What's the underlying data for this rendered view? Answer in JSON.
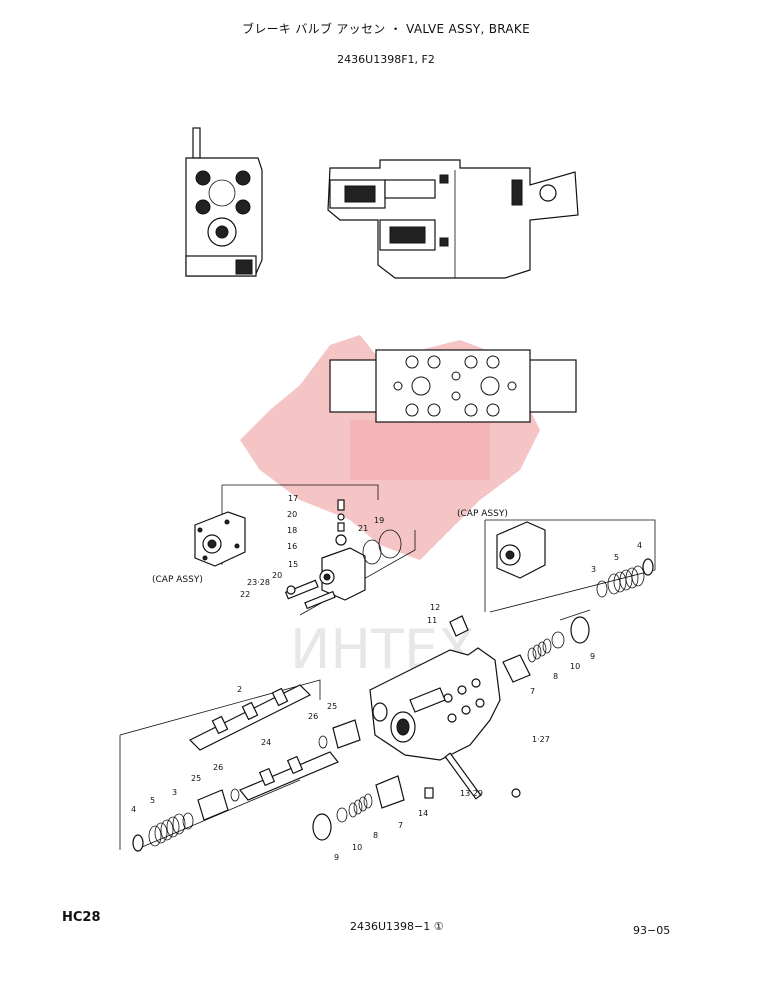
{
  "header": {
    "title": "ブレーキ バルブ アッセン ・ VALVE ASSY, BRAKE",
    "part_numbers": "2436U1398F1, F2"
  },
  "callouts": {
    "c17": "17",
    "c20a": "20",
    "c18": "18",
    "c16": "16",
    "c19": "19",
    "c21": "21",
    "c15": "15",
    "c20b": "20",
    "c23_28": "23·28",
    "c22": "22",
    "cap_left": "(CAP ASSY)",
    "cap_right": "(CAP ASSY)",
    "c12": "12",
    "c11": "11",
    "r4": "4",
    "r5": "5",
    "r3": "3",
    "r9": "9",
    "r10": "10",
    "r8": "8",
    "r7": "7",
    "c1_27": "1·27",
    "c13_29": "13·29",
    "c14": "14",
    "c2": "2",
    "c26a": "26",
    "c25a": "25",
    "c24": "24",
    "c26b": "26",
    "c25b": "25",
    "l4": "4",
    "l5": "5",
    "l3": "3",
    "b9": "9",
    "b10": "10",
    "b8": "8",
    "b7": "7"
  },
  "watermark": {
    "text": "ИНТЕХ",
    "color": "#e85a5a"
  },
  "footer": {
    "left": "HC28",
    "center": "2436U1398−1 ①",
    "right": "93−05"
  }
}
